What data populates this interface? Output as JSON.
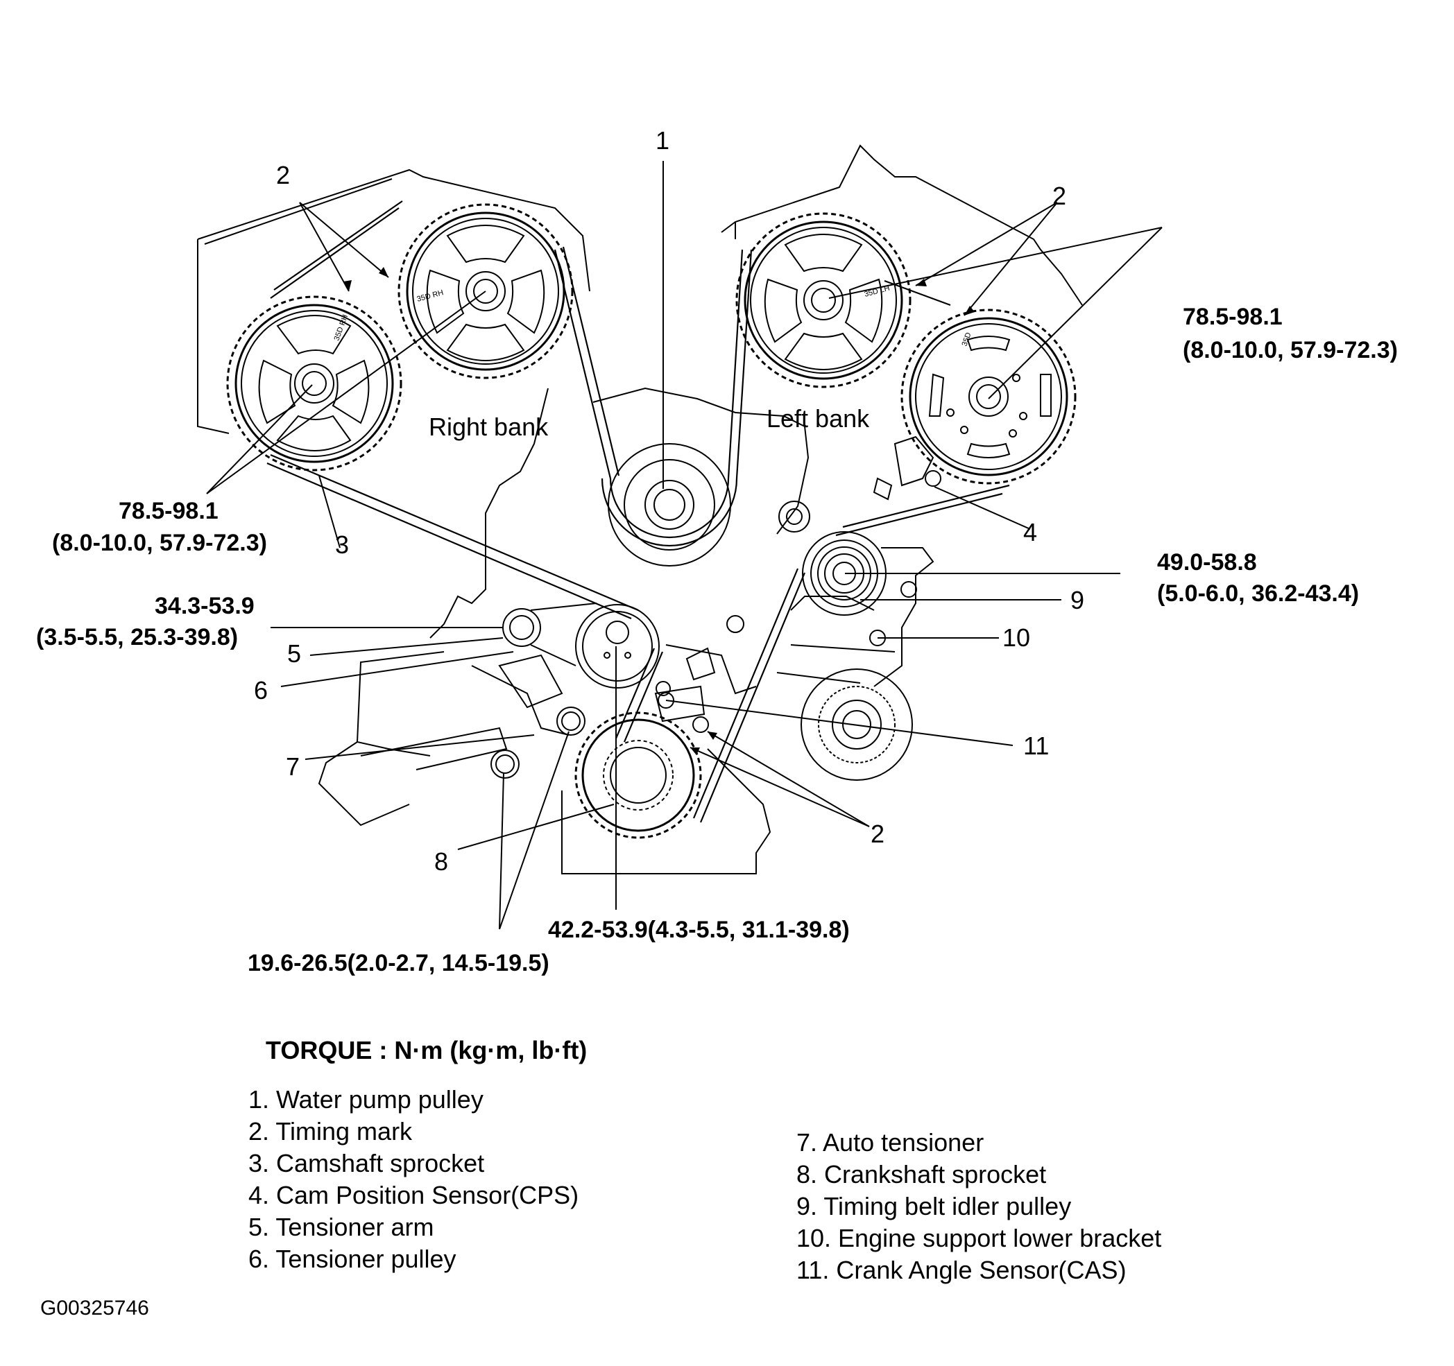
{
  "callouts": {
    "c1": "1",
    "c2_top_left": "2",
    "c2_top_right": "2",
    "c2_bottom": "2",
    "c3": "3",
    "c4": "4",
    "c5": "5",
    "c6": "6",
    "c7": "7",
    "c8": "8",
    "c9": "9",
    "c10": "10",
    "c11": "11"
  },
  "bank_labels": {
    "right": "Right bank",
    "left": "Left bank"
  },
  "sprocket_stamps": {
    "rh": "35D RH",
    "lh": "35D LH",
    "d": "35D"
  },
  "torques": {
    "cam_left_line1": "78.5-98.1",
    "cam_left_line2": "(8.0-10.0, 57.9-72.3)",
    "cam_right_line1": "78.5-98.1",
    "cam_right_line2": "(8.0-10.0, 57.9-72.3)",
    "idler_line1": "49.0-58.8",
    "idler_line2": "(5.0-6.0, 36.2-43.4)",
    "arm_line1": "34.3-53.9",
    "arm_line2": "(3.5-5.5, 25.3-39.8)",
    "pulley": "42.2-53.9(4.3-5.5, 31.1-39.8)",
    "tensioner_bolts": "19.6-26.5(2.0-2.7, 14.5-19.5)"
  },
  "torque_heading": "TORQUE : N·m (kg·m, lb·ft)",
  "legend_left": [
    "1. Water pump pulley",
    "2. Timing mark",
    "3. Camshaft sprocket",
    "4. Cam Position Sensor(CPS)",
    "5. Tensioner arm",
    "6. Tensioner pulley"
  ],
  "legend_right": [
    "7. Auto tensioner",
    "8. Crankshaft sprocket",
    "9. Timing belt idler pulley",
    "10. Engine support lower bracket",
    "11. Crank Angle Sensor(CAS)"
  ],
  "figure_id": "G00325746"
}
